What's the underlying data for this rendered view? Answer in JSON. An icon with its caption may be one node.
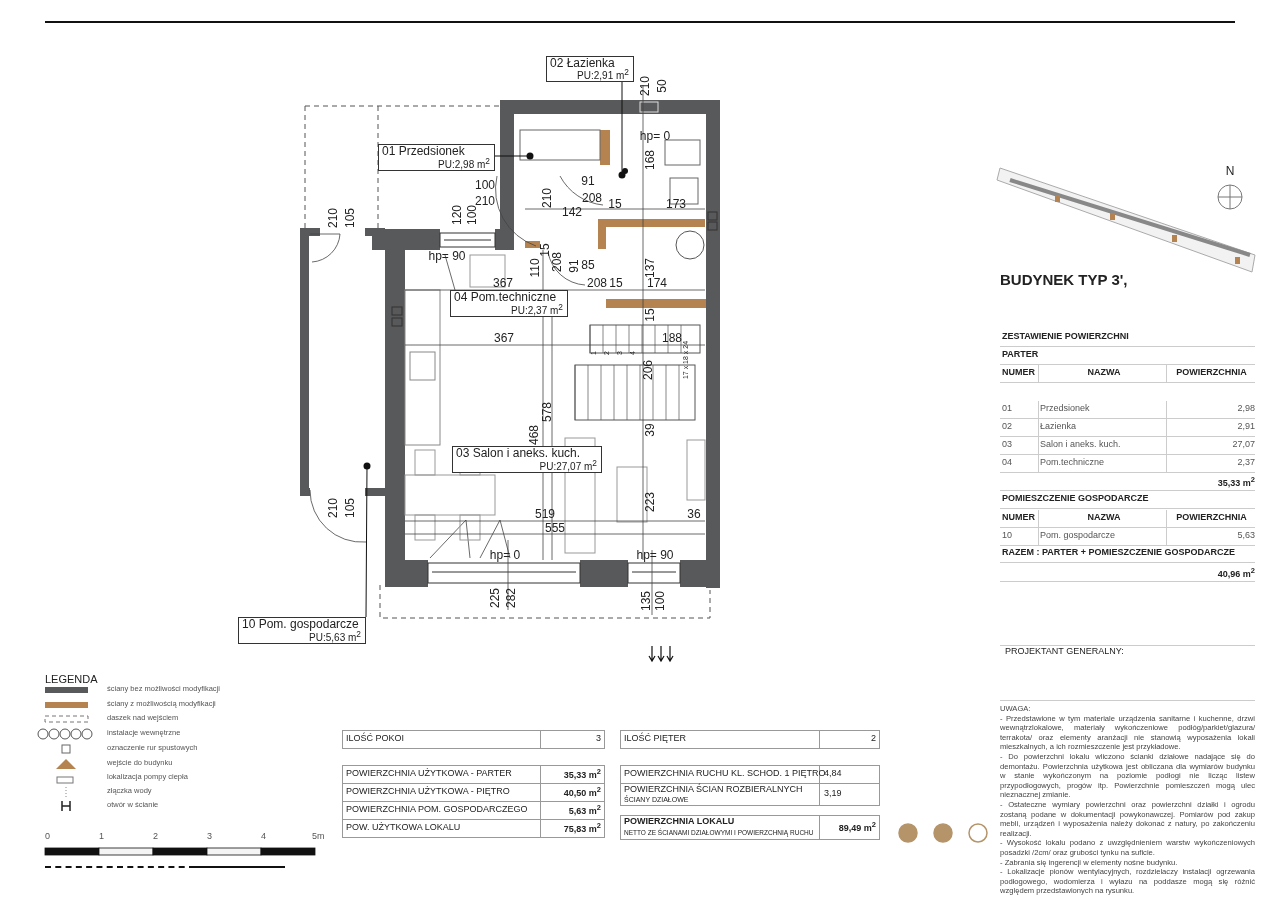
{
  "diagram": {
    "title": "BUDYNEK TYP 3',",
    "nodes": [
      {
        "text": [
          "02 Łazienka",
          "PU:2,91 m$^{2}$"
        ]
      },
      {
        "text": [
          "01 Przedsionek",
          "PU:2,98 m$^{2}$"
        ]
      },
      {
        "text": [
          "04 Pom.techniczne",
          "PU:2,37 m$^{2}$"
        ]
      },
      {
        "text": [
          "03 Salon  i aneks. kuch.",
          "PU:27,07 m$^{2}$"
        ]
      },
      {
        "text": [
          "10 Pom. gospodarcze",
          "PU:5,63 m$^{2}$"
        ]
      }
    ],
    "edges": [
      {
        "from": 0,
        "to": null,
        "arrow": "other"
      },
      {
        "from": 1,
        "to": null,
        "arrow": "other"
      },
      {
        "from": 4,
        "to": null,
        "arrow": "other"
      }
    ],
    "labels": [
      "210",
      "50",
      "hp= 0",
      "168",
      "100",
      "210",
      "91",
      "210",
      "142",
      "208",
      "15",
      "173",
      "210",
      "105",
      "120",
      "100",
      "hp= 90",
      "15",
      "208",
      "91",
      "85",
      "137",
      "367",
      "110",
      "208",
      "15",
      "174",
      "15",
      "367",
      "1",
      "2",
      "3",
      "4",
      "188",
      "206",
      "17 x 18 x 24",
      "578",
      "468",
      "39",
      "223",
      "519",
      "36",
      "555",
      "hp= 0",
      "hp= 90",
      "225",
      "282",
      "135",
      "100",
      "210",
      "105",
      "N",
      "ZESTAWIENIE POWIERZCHNI",
      "PARTER",
      "NUMER",
      "NAZWA",
      "POWIERZCHNIA",
      "01",
      "Przedsionek",
      "2,98",
      "02",
      "Łazienka",
      "2,91",
      "03",
      "Salon  i aneks. kuch.",
      "27,07",
      "04",
      "Pom.techniczne",
      "2,37",
      "35,33 m$^{2}$",
      "POMIESZCZENIE GOSPODARCZE",
      "NUMER",
      "NAZWA",
      "POWIERZCHNIA",
      "10",
      "Pom. gospodarcze",
      "5,63",
      "RAZEM : PARTER + POMIESZCZENIE GOSPODARCZE",
      "40,96 m$^{2}$",
      "PROJEKTANT GENERALNY:",
      "UWAGA:",
      "- Przedstawione w tym materiale urządzenia sanitarne i kuchenne, drzwi wewnątrzlokalowe, materiały wykończeniowe podłóg/parkiet/glazura/ terrakota/ oraz elementy aranżacji nie stanowią wyposażenia lokali mieszkalnych, a ich rozmieszczenie jest przykładowe.",
      "- Do powierzchni lokalu wliczono ścianki działowe nadające się do demontażu. Powierzchnia użytkowa jest obliczana dla wymiarów budynku w stanie wykończonym na poziomie podłogi nie licząc listew przypodłogowych, progów itp. Powierzchnie pomieszczeń mogą ulec nieznacznej zmianie.",
      "- Ostateczne wymiary powierzchni oraz powierzchni działki i ogrodu zostaną podane w dokumentacji powykonawczej. Pomiarów pod zakup mebli, urządzeń i wyposażenia należy dokonać z natury, po zakończeniu realizacji.",
      "- Wysokość lokalu podano z uwzględnieniem warstw wykończeniowych posadzki /2cm/ oraz grubości tynku na suficie.",
      "- Zabrania się ingerencji w elementy nośne budynku.",
      "- Lokalizacje pionów wentylacyjnych, rozdzielaczy instalacji ogrzewania podłogowego, wodomierza i wyłazu na poddasze mogą się różnić względem przedstawionych na rysunku.",
      "LEGENDA",
      "0",
      "1",
      "2",
      "3",
      "4",
      "5m",
      "ILOŚĆ POKOI",
      "3",
      "ILOŚĆ PIĘTER",
      "2",
      "POWIERZCHNIA UŻYTKOWA - PARTER",
      "35,33 m$^{2}$",
      "POWIERZCHNIA UŻYTKOWA - PIĘTRO",
      "40,50 m$^{2}$",
      "POWIERZCHNIA POM. GOSPODARCZEGO",
      "5,63 m$^{2}$",
      "POW. UŻYTKOWA LOKALU",
      "75,83 m$^{2}$",
      "POWIERZCHNIA RUCHU KL. SCHOD. 1 PIĘTRO",
      "4,84",
      "POWIERZCHNIA ŚCIAN ROZBIERALNYCH",
      "ŚCIANY DZIAŁOWE",
      "3,19",
      "POWIERZCHNIA LOKALU",
      "NETTO ZE ŚCIANAMI DZIAŁOWYMI I POWIERZCHNIĄ RUCHU",
      "89,49 m$^{2}$"
    ],
    "legend": [
      {
        "text": "ściany bez możliwości modyfikacji",
        "color": "#58595b"
      },
      {
        "text": "ściany z możliwością modyfikacji",
        "color": "#b5834f"
      },
      {
        "text": "daszek nad wejściem"
      },
      {
        "text": "instalacje wewnętrzne"
      },
      {
        "text": "oznaczenie rur spustowych"
      },
      {
        "text": "wejście do budynku"
      },
      {
        "text": "lokalizacja pompy ciepła"
      },
      {
        "text": "złączka wody"
      },
      {
        "text": "otwór w ścianie"
      }
    ]
  }
}
